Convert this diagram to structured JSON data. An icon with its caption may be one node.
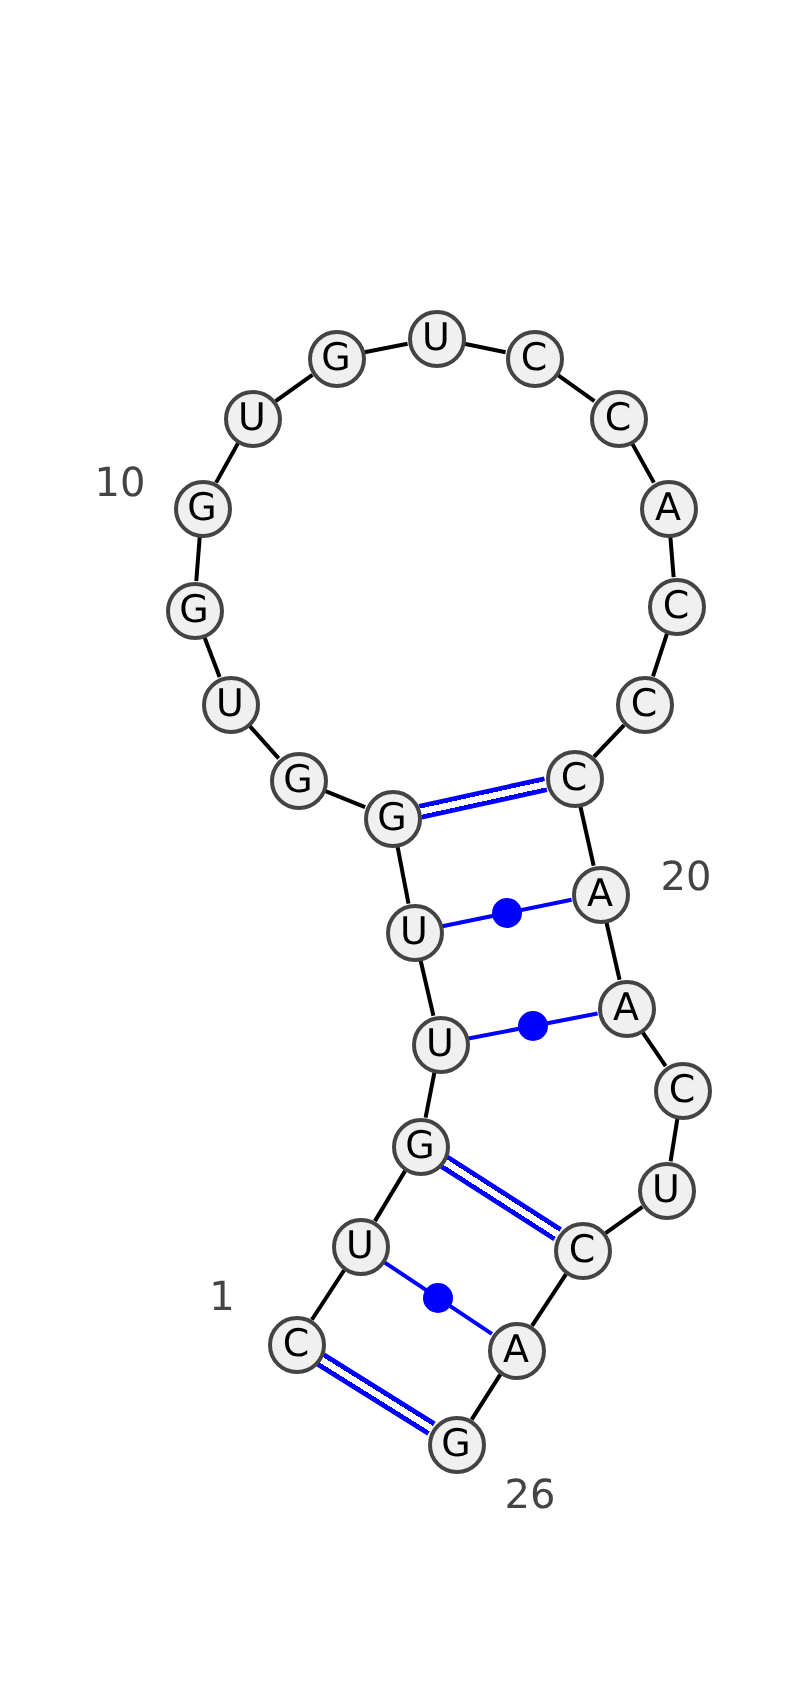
{
  "diagram": {
    "nodes": [
      {
        "text": [
          "C"
        ],
        "beside": [
          "1"
        ]
      },
      {
        "text": [
          "U"
        ]
      },
      {
        "text": [
          "G"
        ]
      },
      {
        "text": [
          "U"
        ]
      },
      {
        "text": [
          "U"
        ]
      },
      {
        "text": [
          "G"
        ]
      },
      {
        "text": [
          "G"
        ]
      },
      {
        "text": [
          "U"
        ]
      },
      {
        "text": [
          "G"
        ]
      },
      {
        "text": [
          "G"
        ],
        "beside": [
          "10"
        ]
      },
      {
        "text": [
          "U"
        ]
      },
      {
        "text": [
          "G"
        ]
      },
      {
        "text": [
          "U"
        ]
      },
      {
        "text": [
          "C"
        ]
      },
      {
        "text": [
          "C"
        ]
      },
      {
        "text": [
          "A"
        ]
      },
      {
        "text": [
          "C"
        ]
      },
      {
        "text": [
          "C"
        ]
      },
      {
        "text": [
          "C"
        ]
      },
      {
        "text": [
          "A"
        ],
        "beside": [
          "20"
        ]
      },
      {
        "text": [
          "A"
        ]
      },
      {
        "text": [
          "C"
        ]
      },
      {
        "text": [
          "U"
        ]
      },
      {
        "text": [
          "C"
        ]
      },
      {
        "text": [
          "A"
        ]
      },
      {
        "text": [
          "G"
        ],
        "beside": [
          "26"
        ]
      }
    ],
    "edges": [
      {
        "from": 0,
        "to": 1,
        "arrow": "none"
      },
      {
        "from": 1,
        "to": 2,
        "arrow": "none"
      },
      {
        "from": 2,
        "to": 3,
        "arrow": "none"
      },
      {
        "from": 3,
        "to": 4,
        "arrow": "none"
      },
      {
        "from": 4,
        "to": 5,
        "arrow": "none"
      },
      {
        "from": 5,
        "to": 6,
        "arrow": "none"
      },
      {
        "from": 6,
        "to": 7,
        "arrow": "none"
      },
      {
        "from": 7,
        "to": 8,
        "arrow": "none"
      },
      {
        "from": 8,
        "to": 9,
        "arrow": "none"
      },
      {
        "from": 9,
        "to": 10,
        "arrow": "none"
      },
      {
        "from": 10,
        "to": 11,
        "arrow": "none"
      },
      {
        "from": 11,
        "to": 12,
        "arrow": "none"
      },
      {
        "from": 12,
        "to": 13,
        "arrow": "none"
      },
      {
        "from": 13,
        "to": 14,
        "arrow": "none"
      },
      {
        "from": 14,
        "to": 15,
        "arrow": "none"
      },
      {
        "from": 15,
        "to": 16,
        "arrow": "none"
      },
      {
        "from": 16,
        "to": 17,
        "arrow": "none"
      },
      {
        "from": 17,
        "to": 18,
        "arrow": "none"
      },
      {
        "from": 18,
        "to": 19,
        "arrow": "none"
      },
      {
        "from": 19,
        "to": 20,
        "arrow": "none"
      },
      {
        "from": 20,
        "to": 21,
        "arrow": "none"
      },
      {
        "from": 21,
        "to": 22,
        "arrow": "none"
      },
      {
        "from": 22,
        "to": 23,
        "arrow": "none"
      },
      {
        "from": 23,
        "to": 24,
        "arrow": "none"
      },
      {
        "from": 24,
        "to": 25,
        "arrow": "none"
      },
      {
        "from": 0,
        "to": 25,
        "arrow": "none",
        "style": "thick",
        "color": "#0000ff"
      },
      {
        "from": 1,
        "to": 24,
        "arrow": "none",
        "color": "#0000ff"
      },
      {
        "from": 2,
        "to": 23,
        "arrow": "none",
        "style": "thick",
        "color": "#0000ff"
      },
      {
        "from": 3,
        "to": 20,
        "arrow": "none",
        "color": "#0000ff"
      },
      {
        "from": 4,
        "to": 19,
        "arrow": "none",
        "color": "#0000ff"
      },
      {
        "from": 5,
        "to": 18,
        "arrow": "none",
        "style": "thick",
        "color": "#0000ff"
      }
    ]
  }
}
